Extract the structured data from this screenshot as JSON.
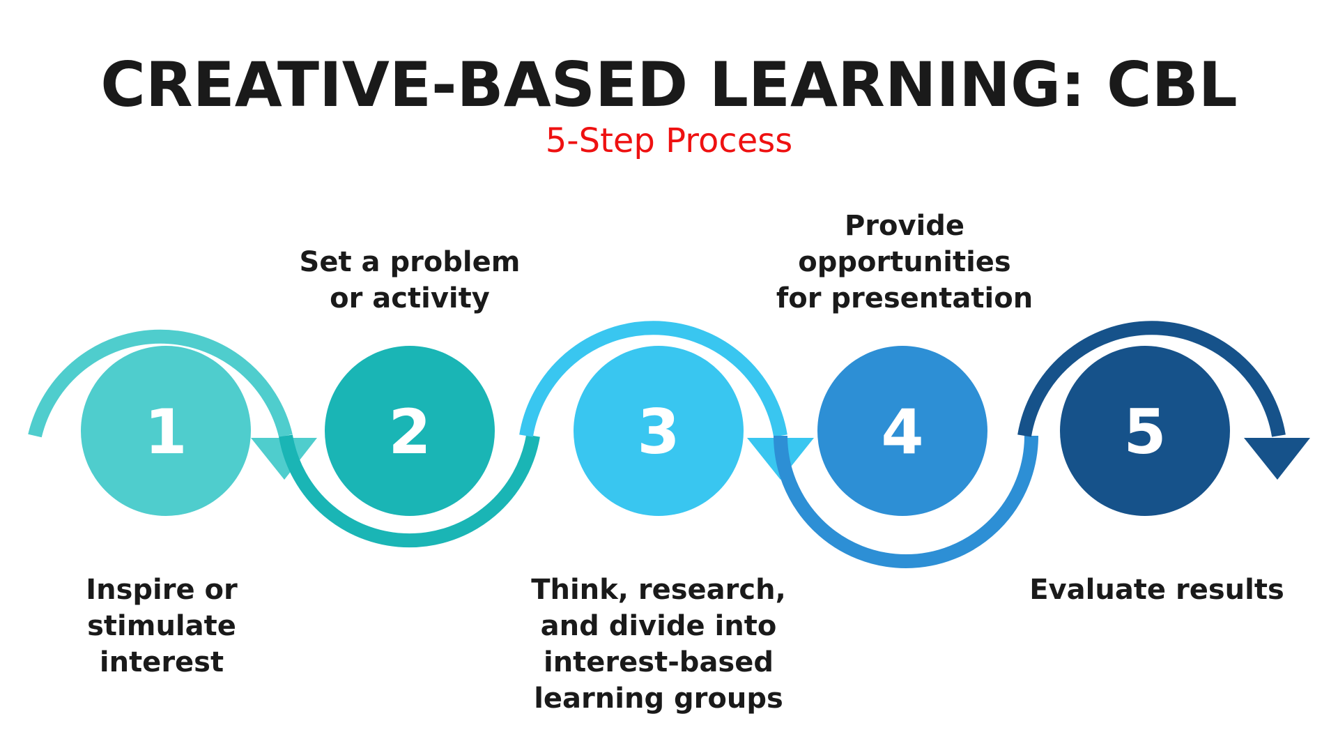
{
  "title": "CREATIVE-BASED LEARNING: CBL",
  "subtitle": "5-Step Process",
  "colors": {
    "title": "#1a1a1a",
    "subtitle": "#ee1111",
    "step1": "#4fcdcd",
    "step2": "#1ab5b5",
    "step3": "#39c6f0",
    "step4": "#2d8fd5",
    "step5": "#16528a"
  },
  "steps": [
    {
      "number": "1",
      "label_lines": [
        "Inspire or",
        "stimulate",
        "interest"
      ]
    },
    {
      "number": "2",
      "label_lines": [
        "Set a problem",
        "or activity"
      ]
    },
    {
      "number": "3",
      "label_lines": [
        "Think, research,",
        "and divide into",
        "interest-based",
        "learning groups"
      ]
    },
    {
      "number": "4",
      "label_lines": [
        "Provide",
        "opportunities",
        "for presentation"
      ]
    },
    {
      "number": "5",
      "label_lines": [
        "Evaluate results"
      ]
    }
  ]
}
